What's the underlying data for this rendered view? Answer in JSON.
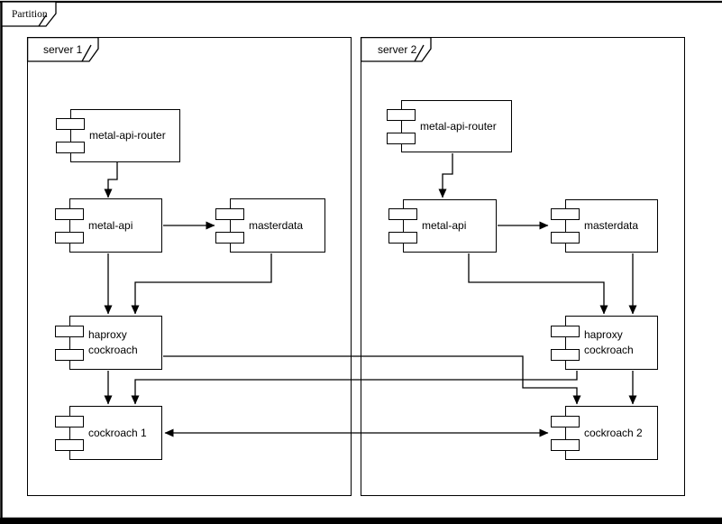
{
  "diagram": {
    "partition": {
      "label": "Partition"
    },
    "servers": [
      {
        "id": "server-1",
        "label": "server 1"
      },
      {
        "id": "server-2",
        "label": "server 2"
      }
    ],
    "nodes": [
      {
        "id": "s1-metal-api-router",
        "server": "server 1",
        "label": "metal-api-router"
      },
      {
        "id": "s1-metal-api",
        "server": "server 1",
        "label": "metal-api"
      },
      {
        "id": "s1-masterdata",
        "server": "server 1",
        "label": "masterdata"
      },
      {
        "id": "s1-haproxy-cockroach",
        "server": "server 1",
        "label": "haproxy cockroach"
      },
      {
        "id": "s1-cockroach-1",
        "server": "server 1",
        "label": "cockroach 1"
      },
      {
        "id": "s2-metal-api-router",
        "server": "server 2",
        "label": "metal-api-router"
      },
      {
        "id": "s2-metal-api",
        "server": "server 2",
        "label": "metal-api"
      },
      {
        "id": "s2-masterdata",
        "server": "server 2",
        "label": "masterdata"
      },
      {
        "id": "s2-haproxy-cockroach",
        "server": "server 2",
        "label": "haproxy cockroach"
      },
      {
        "id": "s2-cockroach-2",
        "server": "server 2",
        "label": "cockroach 2"
      }
    ],
    "edges": [
      {
        "from": "s1-metal-api-router",
        "to": "s1-metal-api",
        "type": "arrow"
      },
      {
        "from": "s1-metal-api",
        "to": "s1-masterdata",
        "type": "arrow"
      },
      {
        "from": "s1-metal-api",
        "to": "s1-haproxy-cockroach",
        "type": "arrow"
      },
      {
        "from": "s1-masterdata",
        "to": "s1-haproxy-cockroach",
        "type": "arrow"
      },
      {
        "from": "s1-haproxy-cockroach",
        "to": "s1-cockroach-1",
        "type": "arrow"
      },
      {
        "from": "s1-haproxy-cockroach",
        "to": "s2-cockroach-2",
        "type": "arrow"
      },
      {
        "from": "s2-metal-api-router",
        "to": "s2-metal-api",
        "type": "arrow"
      },
      {
        "from": "s2-metal-api",
        "to": "s2-masterdata",
        "type": "arrow"
      },
      {
        "from": "s2-metal-api",
        "to": "s2-haproxy-cockroach",
        "type": "arrow"
      },
      {
        "from": "s2-masterdata",
        "to": "s2-haproxy-cockroach",
        "type": "arrow"
      },
      {
        "from": "s2-haproxy-cockroach",
        "to": "s2-cockroach-2",
        "type": "arrow"
      },
      {
        "from": "s2-haproxy-cockroach",
        "to": "s1-cockroach-1",
        "type": "arrow"
      },
      {
        "from": "s1-cockroach-1",
        "to": "s2-cockroach-2",
        "type": "bidirectional-arrow"
      }
    ],
    "colors": {
      "stroke": "#000000",
      "node_fill": "#ffffff",
      "background": "#ffffff"
    }
  }
}
